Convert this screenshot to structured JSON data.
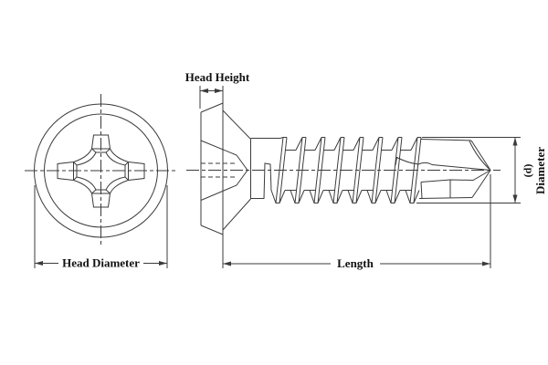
{
  "figure": {
    "type": "technical-drawing",
    "subject": "Countersunk Phillips flat head self-drilling screw",
    "views": [
      "head front view",
      "screw side view"
    ]
  },
  "labels": {
    "head_height": "Head Height",
    "head_diameter": "Head Diameter",
    "length": "Length",
    "diameter": "Diameter",
    "diameter_symbol": "(d)"
  },
  "colors": {
    "line": "#3b3b3b",
    "text": "#111111",
    "background": "#ffffff"
  }
}
